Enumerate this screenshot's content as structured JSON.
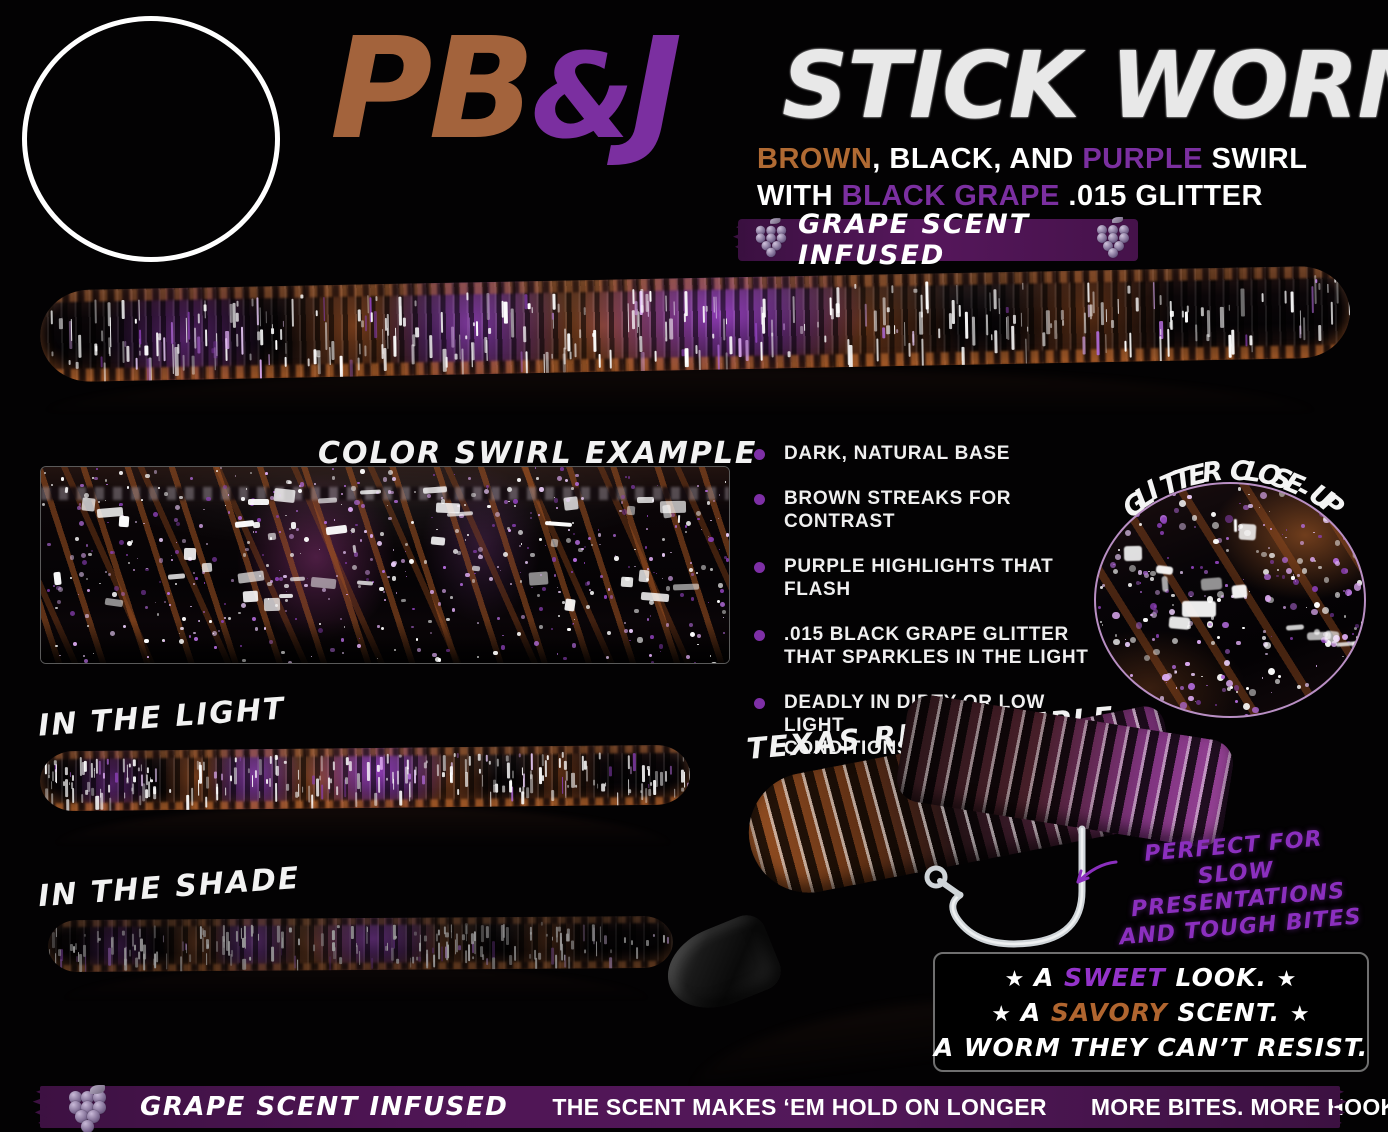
{
  "header": {
    "logo": "circle-logo-placeholder",
    "brand_pb": "PB",
    "brand_amp": "&",
    "brand_j": "J",
    "product_name": "STICK WORM",
    "subtitle_line1": [
      {
        "text": "BROWN",
        "color": "#b06a33"
      },
      {
        "text": ", ",
        "color": "#ffffff"
      },
      {
        "text": "BLACK, AND ",
        "color": "#ffffff"
      },
      {
        "text": "PURPLE",
        "color": "#7b2fa0"
      },
      {
        "text": " SWIRL",
        "color": "#ffffff"
      }
    ],
    "subtitle_line2": [
      {
        "text": "WITH ",
        "color": "#ffffff"
      },
      {
        "text": "BLACK GRAPE",
        "color": "#7b2fa0"
      },
      {
        "text": " .015 GLITTER",
        "color": "#ffffff"
      }
    ],
    "scent_badge": "GRAPE SCENT INFUSED"
  },
  "swirl_section": {
    "label": "COLOR SWIRL EXAMPLE"
  },
  "features": {
    "items": [
      "DARK, NATURAL BASE",
      "BROWN STREAKS FOR CONTRAST",
      "PURPLE HIGHLIGHTS THAT FLASH",
      ".015 BLACK GRAPE GLITTER\nTHAT SPARKLES IN THE LIGHT",
      "DEADLY IN DIRTY OR LOW LIGHT\nCONDITIONS"
    ]
  },
  "glitter_section": {
    "label": "GLITTER CLOSE-UP",
    "label_chars": [
      "G",
      "L",
      "I",
      "T",
      "T",
      "E",
      "R",
      " ",
      "C",
      "L",
      "O",
      "S",
      "E",
      "-",
      "U",
      "P"
    ]
  },
  "light_shade": {
    "light_label": "IN THE LIGHT",
    "shade_label": "IN THE SHADE"
  },
  "texas_rig": {
    "label": "TEXAS RIG EXAMPLE",
    "note_lines": [
      "PERFECT FOR",
      "SLOW PRESENTATIONS",
      "AND TOUGH BITES"
    ]
  },
  "tagline": {
    "line1": {
      "star_left": "★",
      "pre": "A ",
      "accent": "SWEET",
      "post": " LOOK.",
      "star_right": "★",
      "accent_color": "#9333c9"
    },
    "line2": {
      "star_left": "★",
      "pre": "A ",
      "accent": "SAVORY",
      "post": " SCENT.",
      "star_right": "★",
      "accent_color": "#b0652f"
    },
    "line3": "A WORM THEY CAN’T RESIST."
  },
  "bottom_banner": {
    "item1": "GRAPE SCENT INFUSED",
    "item2": "THE SCENT MAKES ‘EM HOLD ON LONGER",
    "item3": "MORE BITES. MORE HOOKUPS. MORE FISH."
  },
  "colors": {
    "brown": "#b06a33",
    "purple": "#7b2fa0",
    "bright_purple": "#9333c9",
    "banner_purple": "#4f1555",
    "white": "#ffffff",
    "background": "#030203"
  }
}
